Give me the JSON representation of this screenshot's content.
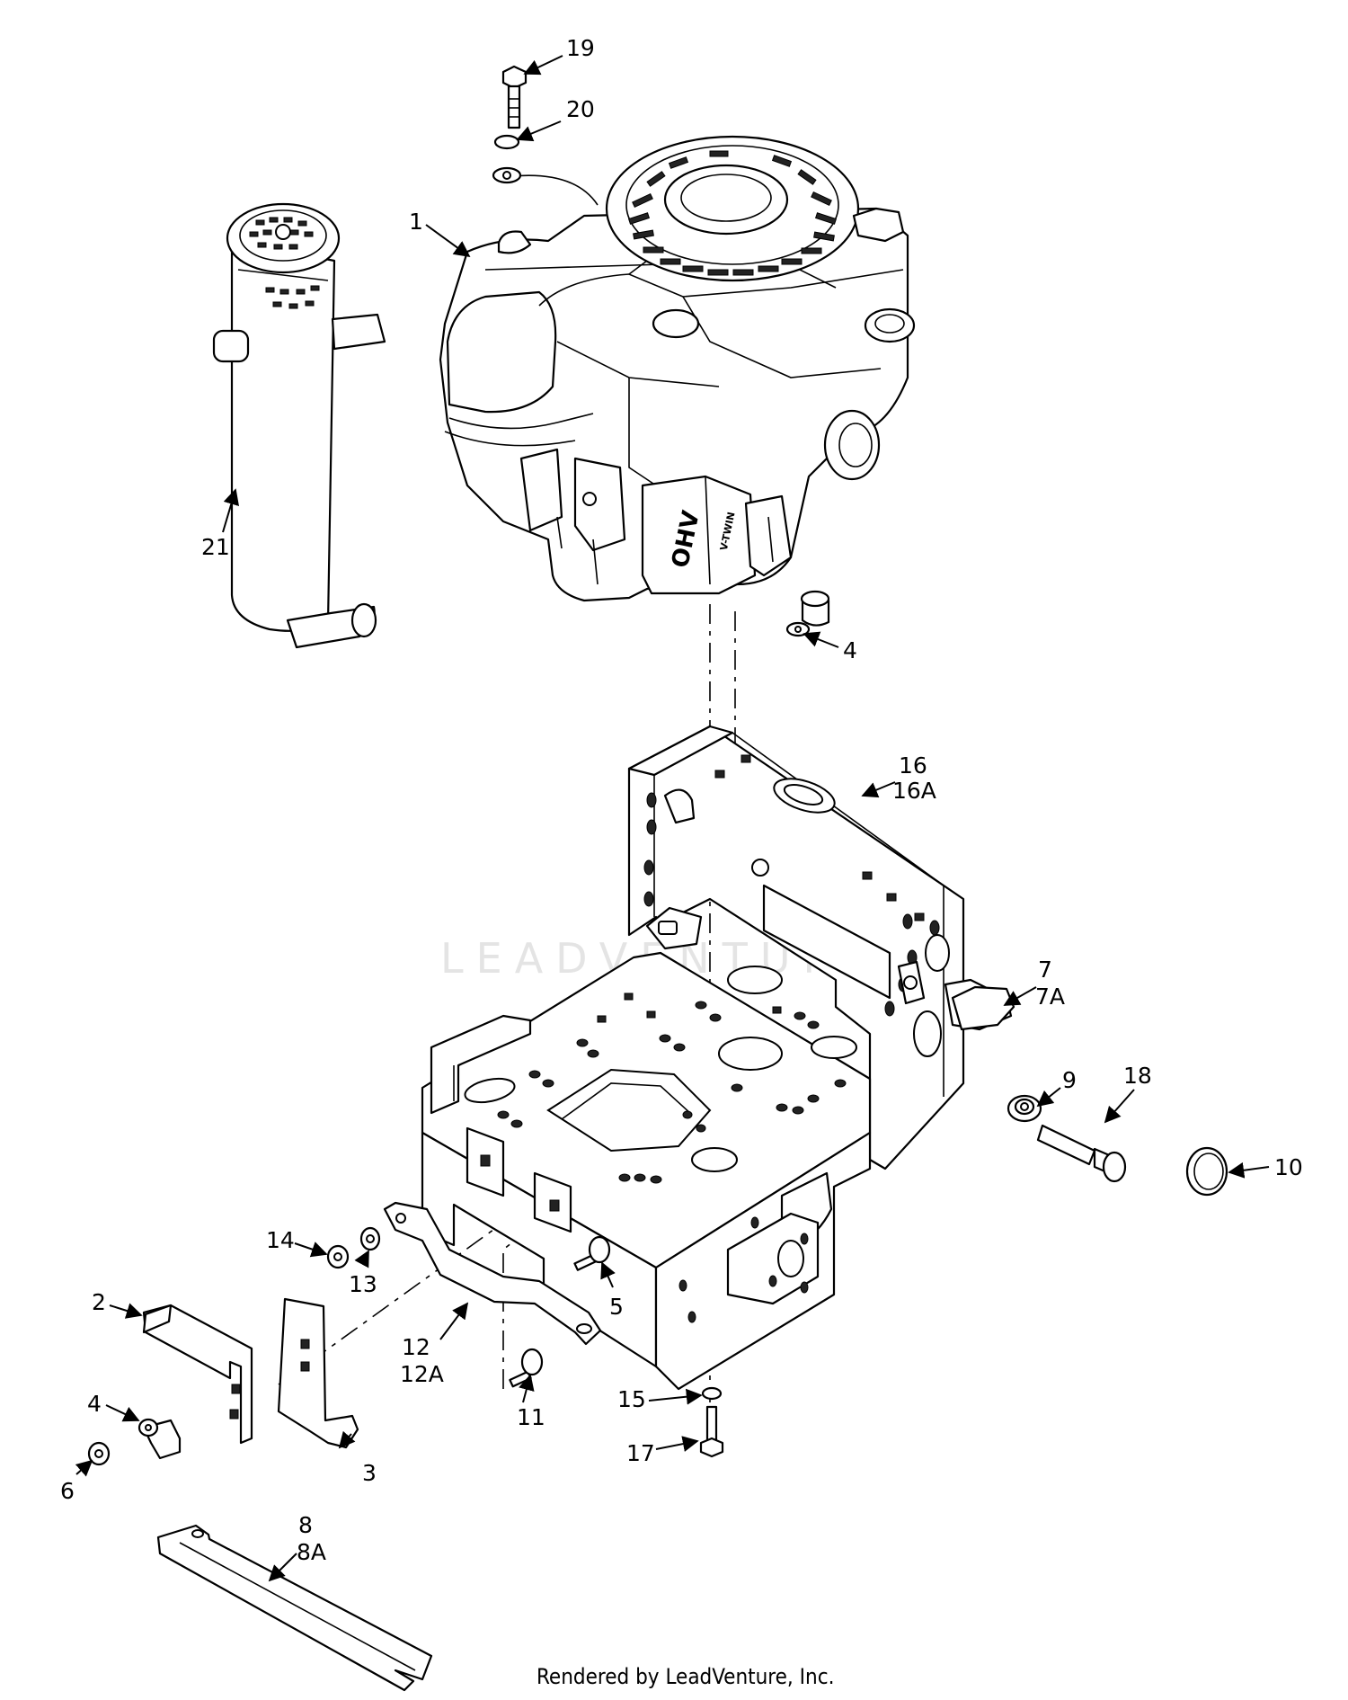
{
  "watermark": "LEADVENTURE",
  "credit": "Rendered by LeadVenture, Inc.",
  "engine_text": {
    "brand": "OHV",
    "sub": "V-TWIN"
  },
  "callouts": {
    "c1": "1",
    "c2": "2",
    "c3": "3",
    "c4a": "4",
    "c4b": "4",
    "c5": "5",
    "c6": "6",
    "c7": "7",
    "c7a": "7A",
    "c8": "8",
    "c8a": "8A",
    "c9": "9",
    "c10": "10",
    "c11": "11",
    "c12": "12",
    "c12a": "12A",
    "c13": "13",
    "c14": "14",
    "c15": "15",
    "c16": "16",
    "c16a": "16A",
    "c17": "17",
    "c18": "18",
    "c19": "19",
    "c20": "20",
    "c21": "21"
  }
}
